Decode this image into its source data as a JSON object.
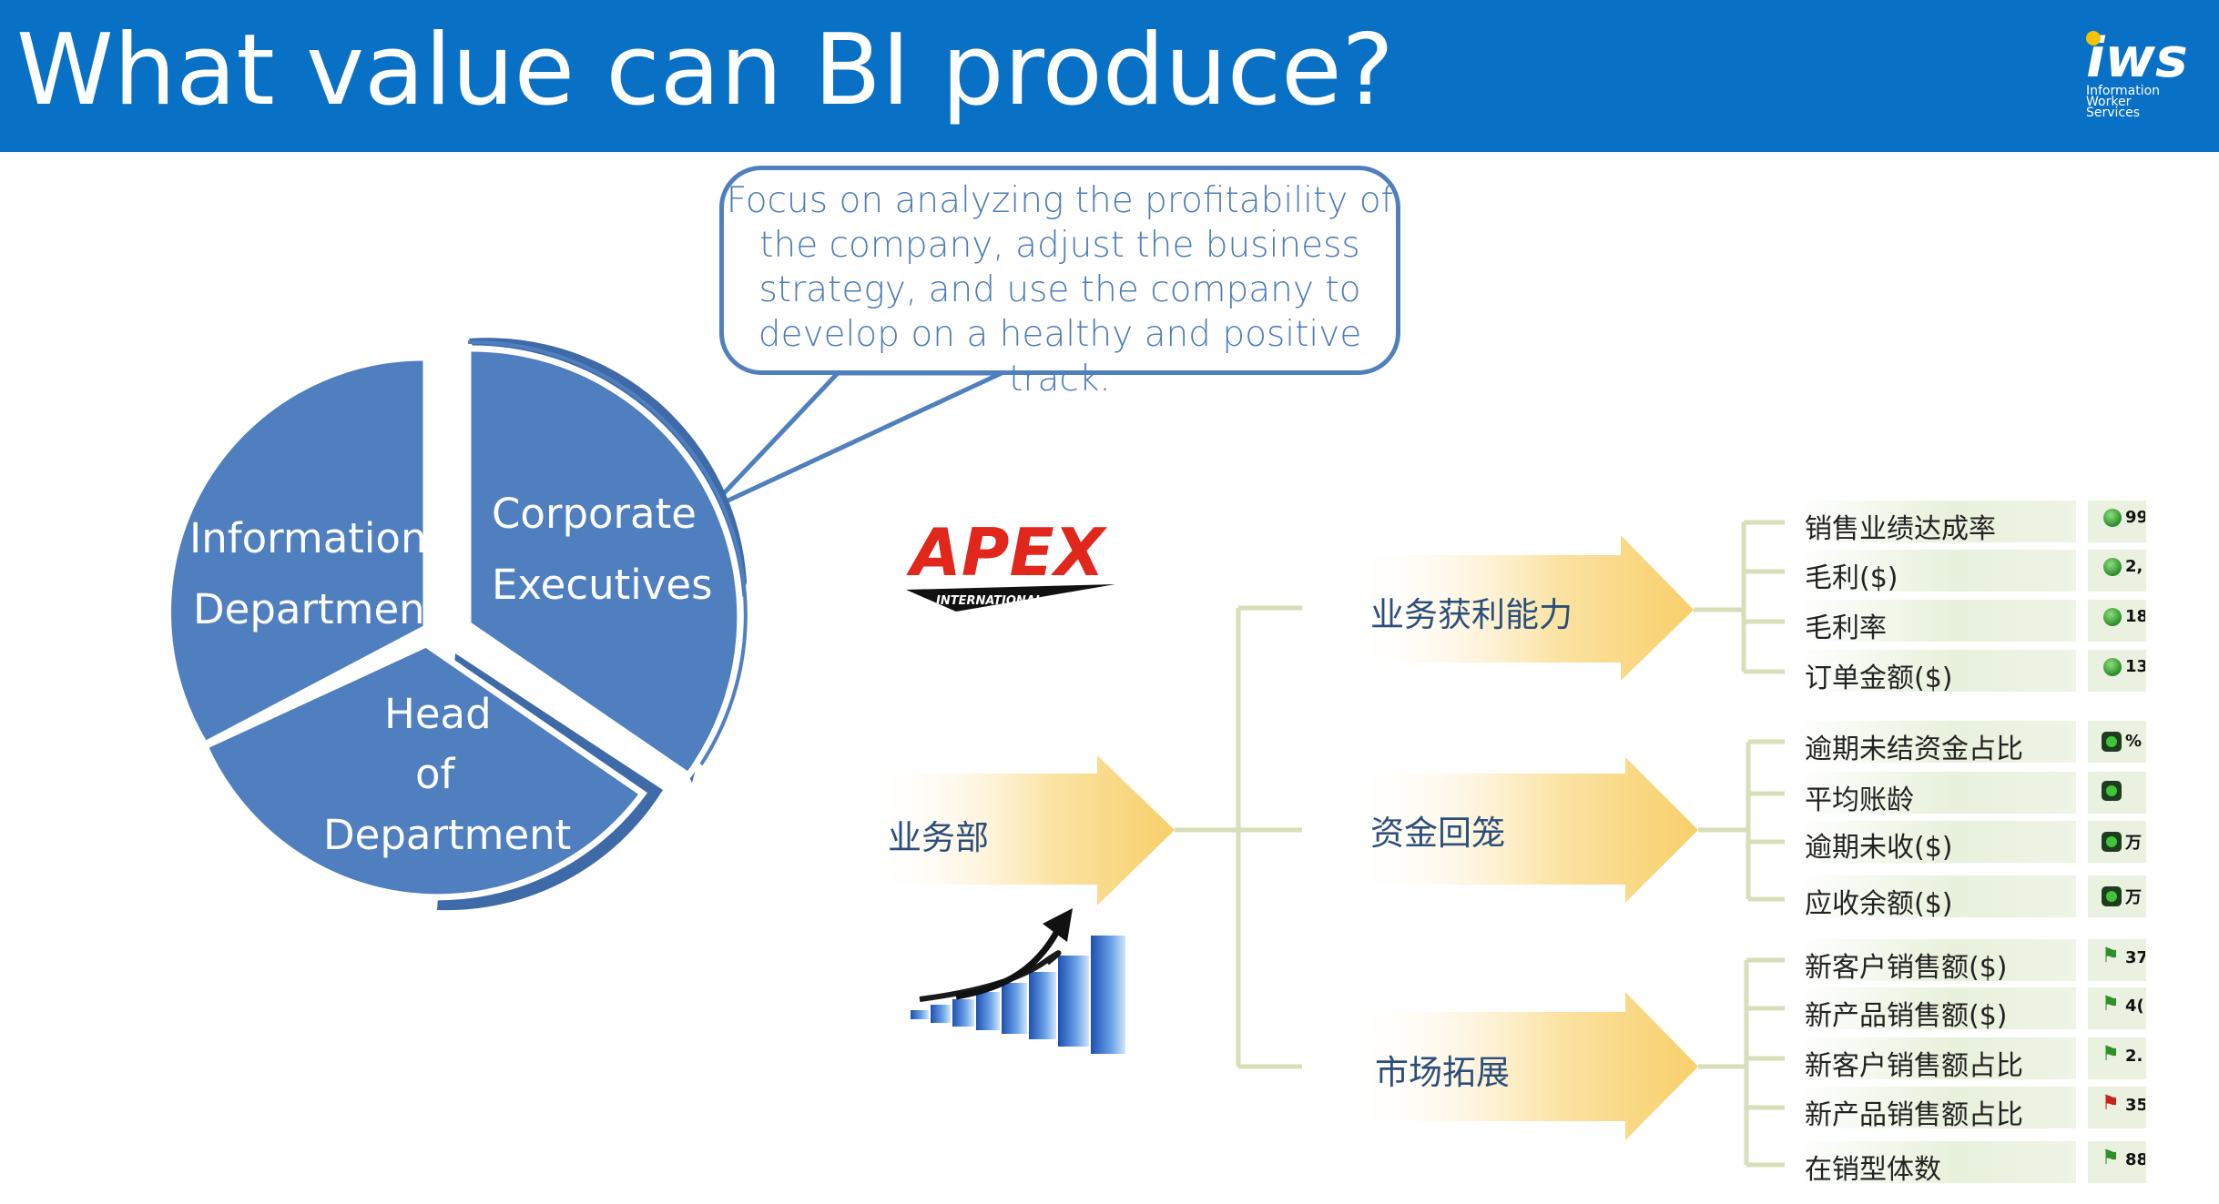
{
  "header": {
    "title": "What value can BI produce?",
    "logo_mark": "iws",
    "logo_sub": [
      "Information",
      "Worker",
      "Services"
    ],
    "background_color": "#0871c6"
  },
  "callout": {
    "text_lines": [
      "Focus on analyzing the profitability of",
      "the company, adjust the business",
      "strategy, and use the company to",
      "develop on a healthy and positive track."
    ],
    "border_color": "#4f80bd",
    "text_color": "#4e7cb7"
  },
  "pie": {
    "color": "#4f7fbf",
    "slices": [
      {
        "lines": [
          "Information",
          "Department"
        ]
      },
      {
        "lines": [
          "Corporate",
          "Executives"
        ]
      },
      {
        "lines": [
          "Head",
          "of",
          "Department"
        ]
      }
    ]
  },
  "apex_logo": {
    "brand": "APEX",
    "sub": "INTERNATIONAL"
  },
  "growth_icon": "rising-bar-chart-icon",
  "tree": {
    "root": "业务部",
    "branches": [
      {
        "label": "业务获利能力",
        "metrics": [
          {
            "label": "销售业绩达成率",
            "value": "99",
            "indicator": "green-dot"
          },
          {
            "label": "毛利($)",
            "value": "2,",
            "indicator": "green-dot"
          },
          {
            "label": "毛利率",
            "value": "18",
            "indicator": "green-dot"
          },
          {
            "label": "订单金额($)",
            "value": "13",
            "indicator": "green-dot"
          }
        ]
      },
      {
        "label": "资金回笼",
        "metrics": [
          {
            "label": "逾期未结资金占比",
            "value": "%",
            "indicator": "green-square"
          },
          {
            "label": "平均账龄",
            "value": "",
            "indicator": "green-square"
          },
          {
            "label": "逾期未收($)",
            "value": "万",
            "indicator": "green-square"
          },
          {
            "label": "应收余额($)",
            "value": "万",
            "indicator": "green-square"
          }
        ]
      },
      {
        "label": "市场拓展",
        "metrics": [
          {
            "label": "新客户销售额($)",
            "value": "37",
            "indicator": "green-flag"
          },
          {
            "label": "新产品销售额($)",
            "value": "4(",
            "indicator": "green-flag"
          },
          {
            "label": "新客户销售额占比",
            "value": "2.",
            "indicator": "green-flag"
          },
          {
            "label": "新产品销售额占比",
            "value": "35",
            "indicator": "red-flag"
          },
          {
            "label": "在销型体数",
            "value": "88",
            "indicator": "green-flag"
          }
        ]
      }
    ],
    "arrow_color": "#f9cf6b",
    "connector_color": "#d6dfb8"
  }
}
